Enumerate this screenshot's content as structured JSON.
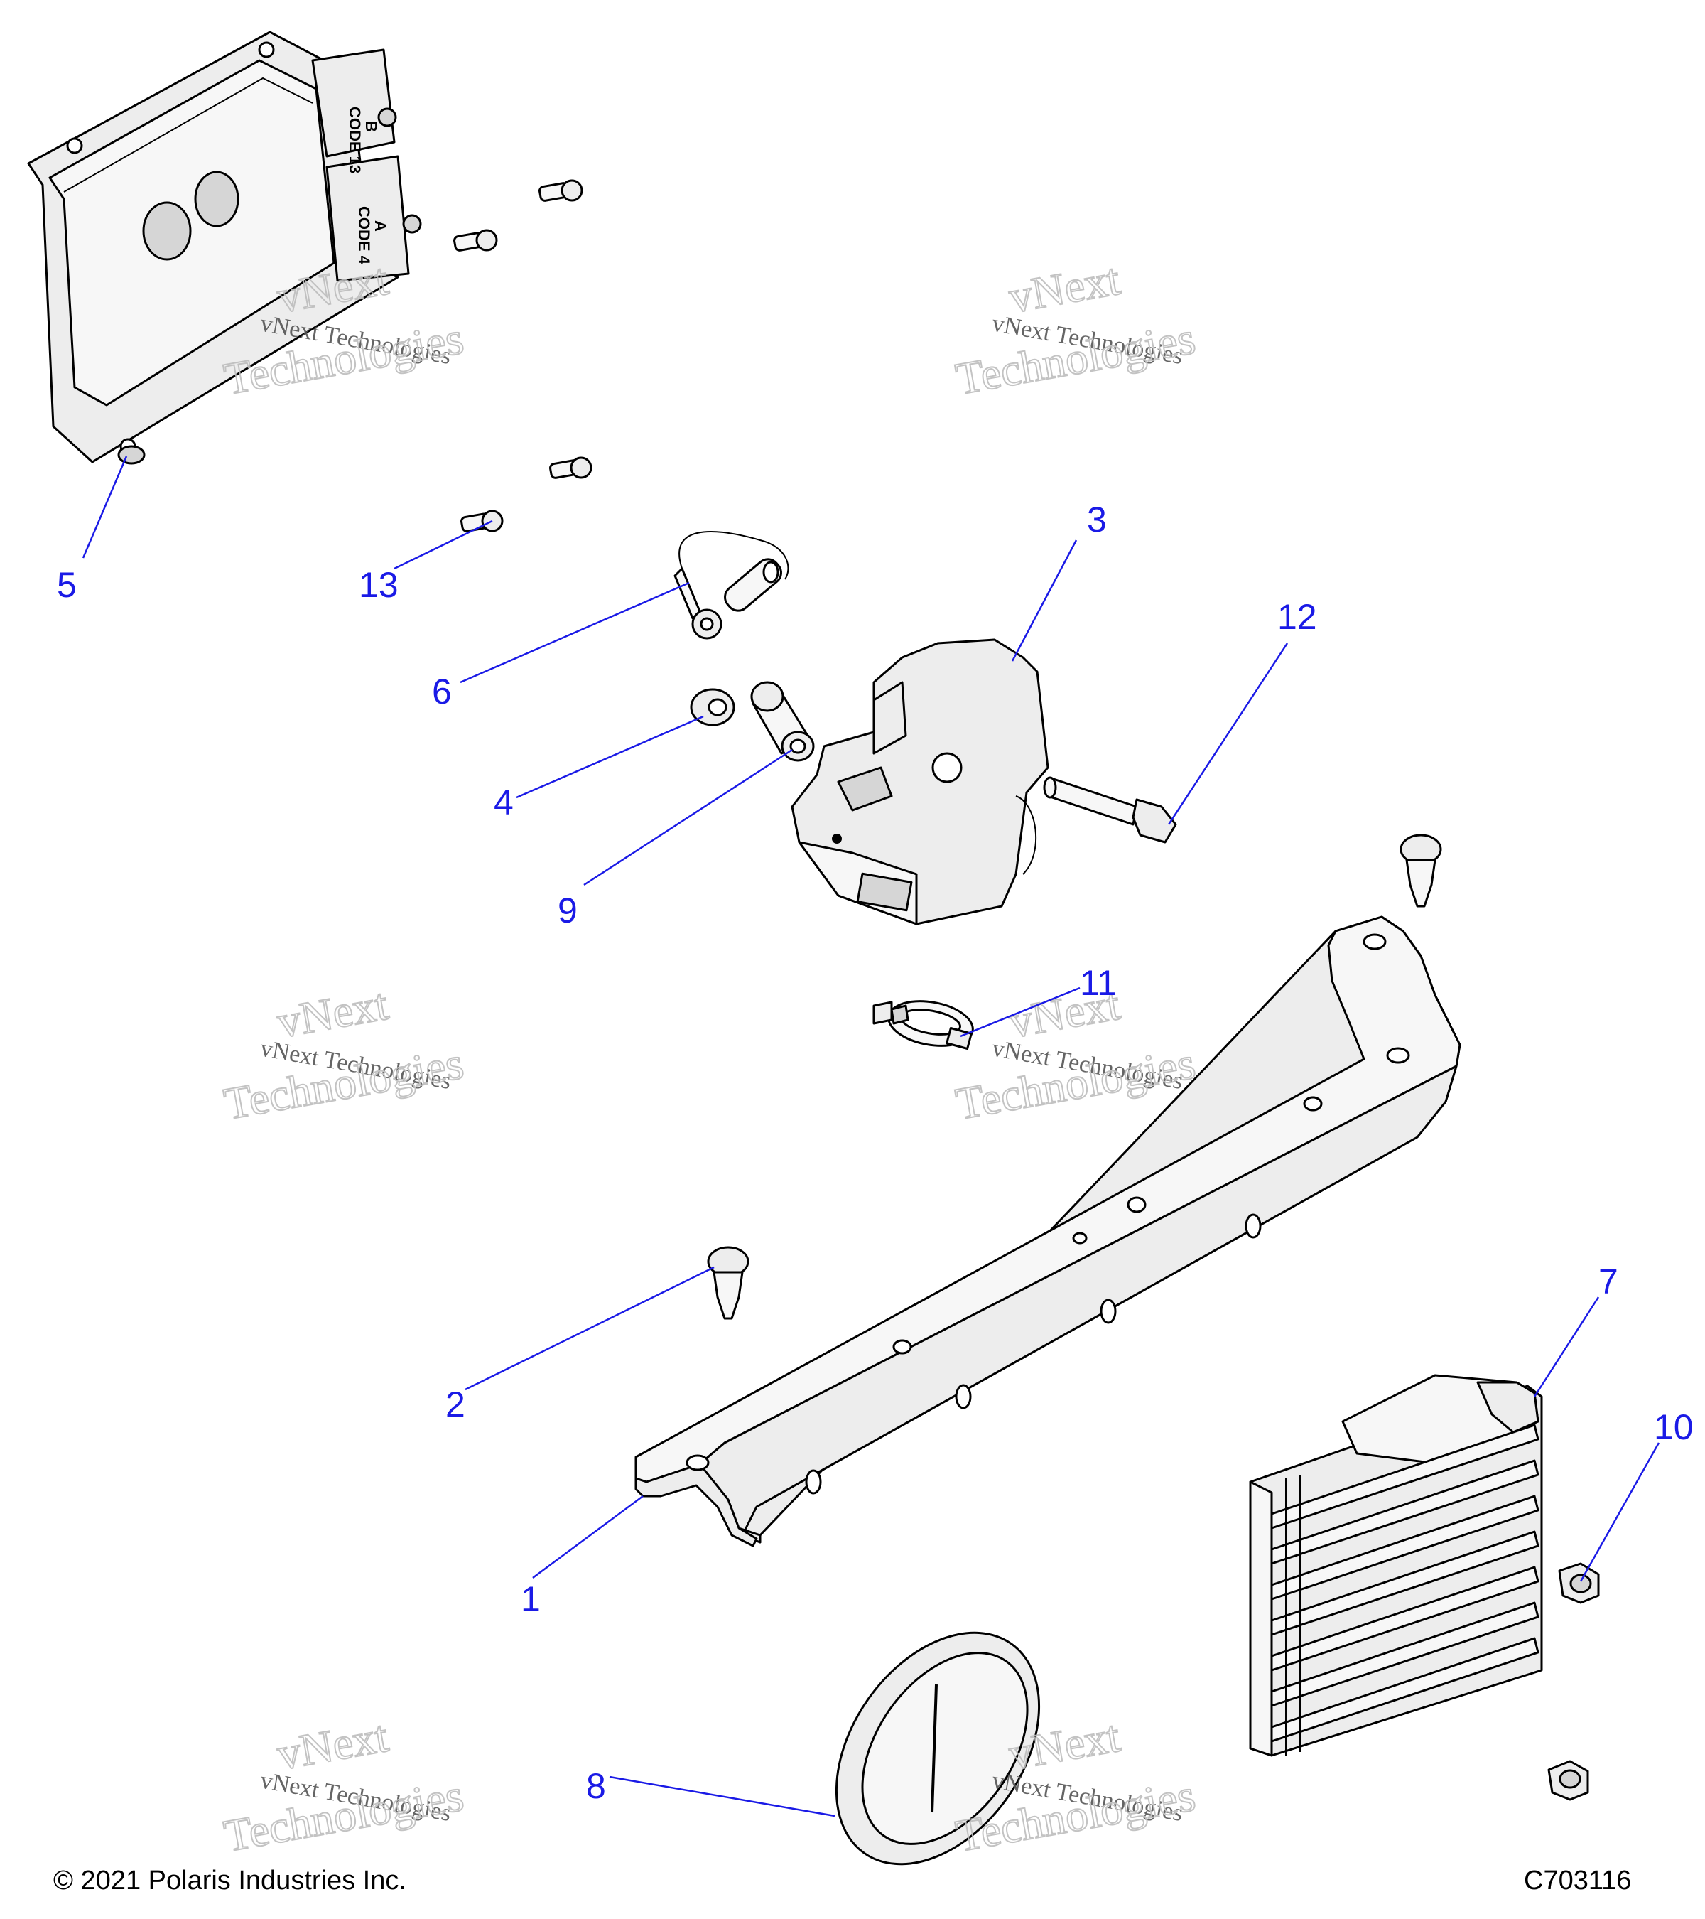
{
  "diagram": {
    "callouts": [
      {
        "id": "1",
        "label": "1"
      },
      {
        "id": "2",
        "label": "2"
      },
      {
        "id": "3",
        "label": "3"
      },
      {
        "id": "4",
        "label": "4"
      },
      {
        "id": "5",
        "label": "5"
      },
      {
        "id": "6",
        "label": "6"
      },
      {
        "id": "7",
        "label": "7"
      },
      {
        "id": "8",
        "label": "8"
      },
      {
        "id": "9",
        "label": "9"
      },
      {
        "id": "10",
        "label": "10"
      },
      {
        "id": "11",
        "label": "11"
      },
      {
        "id": "12",
        "label": "12"
      },
      {
        "id": "13",
        "label": "13"
      }
    ],
    "connector_labels": {
      "upper": "CODE 13",
      "upper_sub": "B",
      "lower": "CODE 4",
      "lower_sub": "A"
    },
    "watermark": {
      "line1": "vNext Technologies",
      "line2": "vNext",
      "line3": "Technologies"
    },
    "footer": {
      "copyright": "© 2021 Polaris Industries Inc.",
      "figure_id": "C703116"
    },
    "colors": {
      "callout": "#1a1ae6",
      "line_art": "#000000"
    }
  }
}
